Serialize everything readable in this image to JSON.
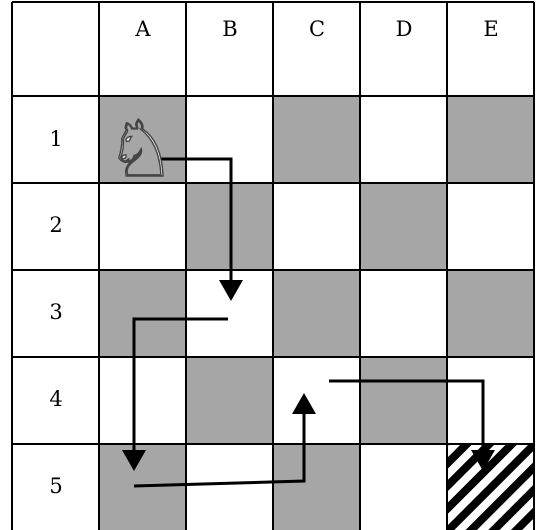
{
  "board": {
    "columns": [
      "A",
      "B",
      "C",
      "D",
      "E"
    ],
    "rows": [
      "1",
      "2",
      "3",
      "4",
      "5"
    ],
    "colors": {
      "dark_square": "#a6a6a6",
      "light_square": "#ffffff",
      "line": "#000000"
    },
    "dark_squares": [
      {
        "col": "A",
        "row": "1"
      },
      {
        "col": "C",
        "row": "1"
      },
      {
        "col": "E",
        "row": "1"
      },
      {
        "col": "B",
        "row": "2"
      },
      {
        "col": "D",
        "row": "2"
      },
      {
        "col": "A",
        "row": "3"
      },
      {
        "col": "C",
        "row": "3"
      },
      {
        "col": "E",
        "row": "3"
      },
      {
        "col": "B",
        "row": "4"
      },
      {
        "col": "D",
        "row": "4"
      },
      {
        "col": "A",
        "row": "5"
      },
      {
        "col": "C",
        "row": "5"
      }
    ],
    "target_square": {
      "col": "E",
      "row": "5",
      "style": "hatched"
    },
    "piece": {
      "icon": "knight-icon",
      "glyph": "♘",
      "col": "A",
      "row": "1"
    },
    "knight_moves": [
      {
        "from": "A1",
        "to": "B3"
      },
      {
        "from": "B3",
        "to": "A5"
      },
      {
        "from": "A5",
        "to": "C4"
      },
      {
        "from": "C4",
        "to": "E5"
      }
    ]
  }
}
